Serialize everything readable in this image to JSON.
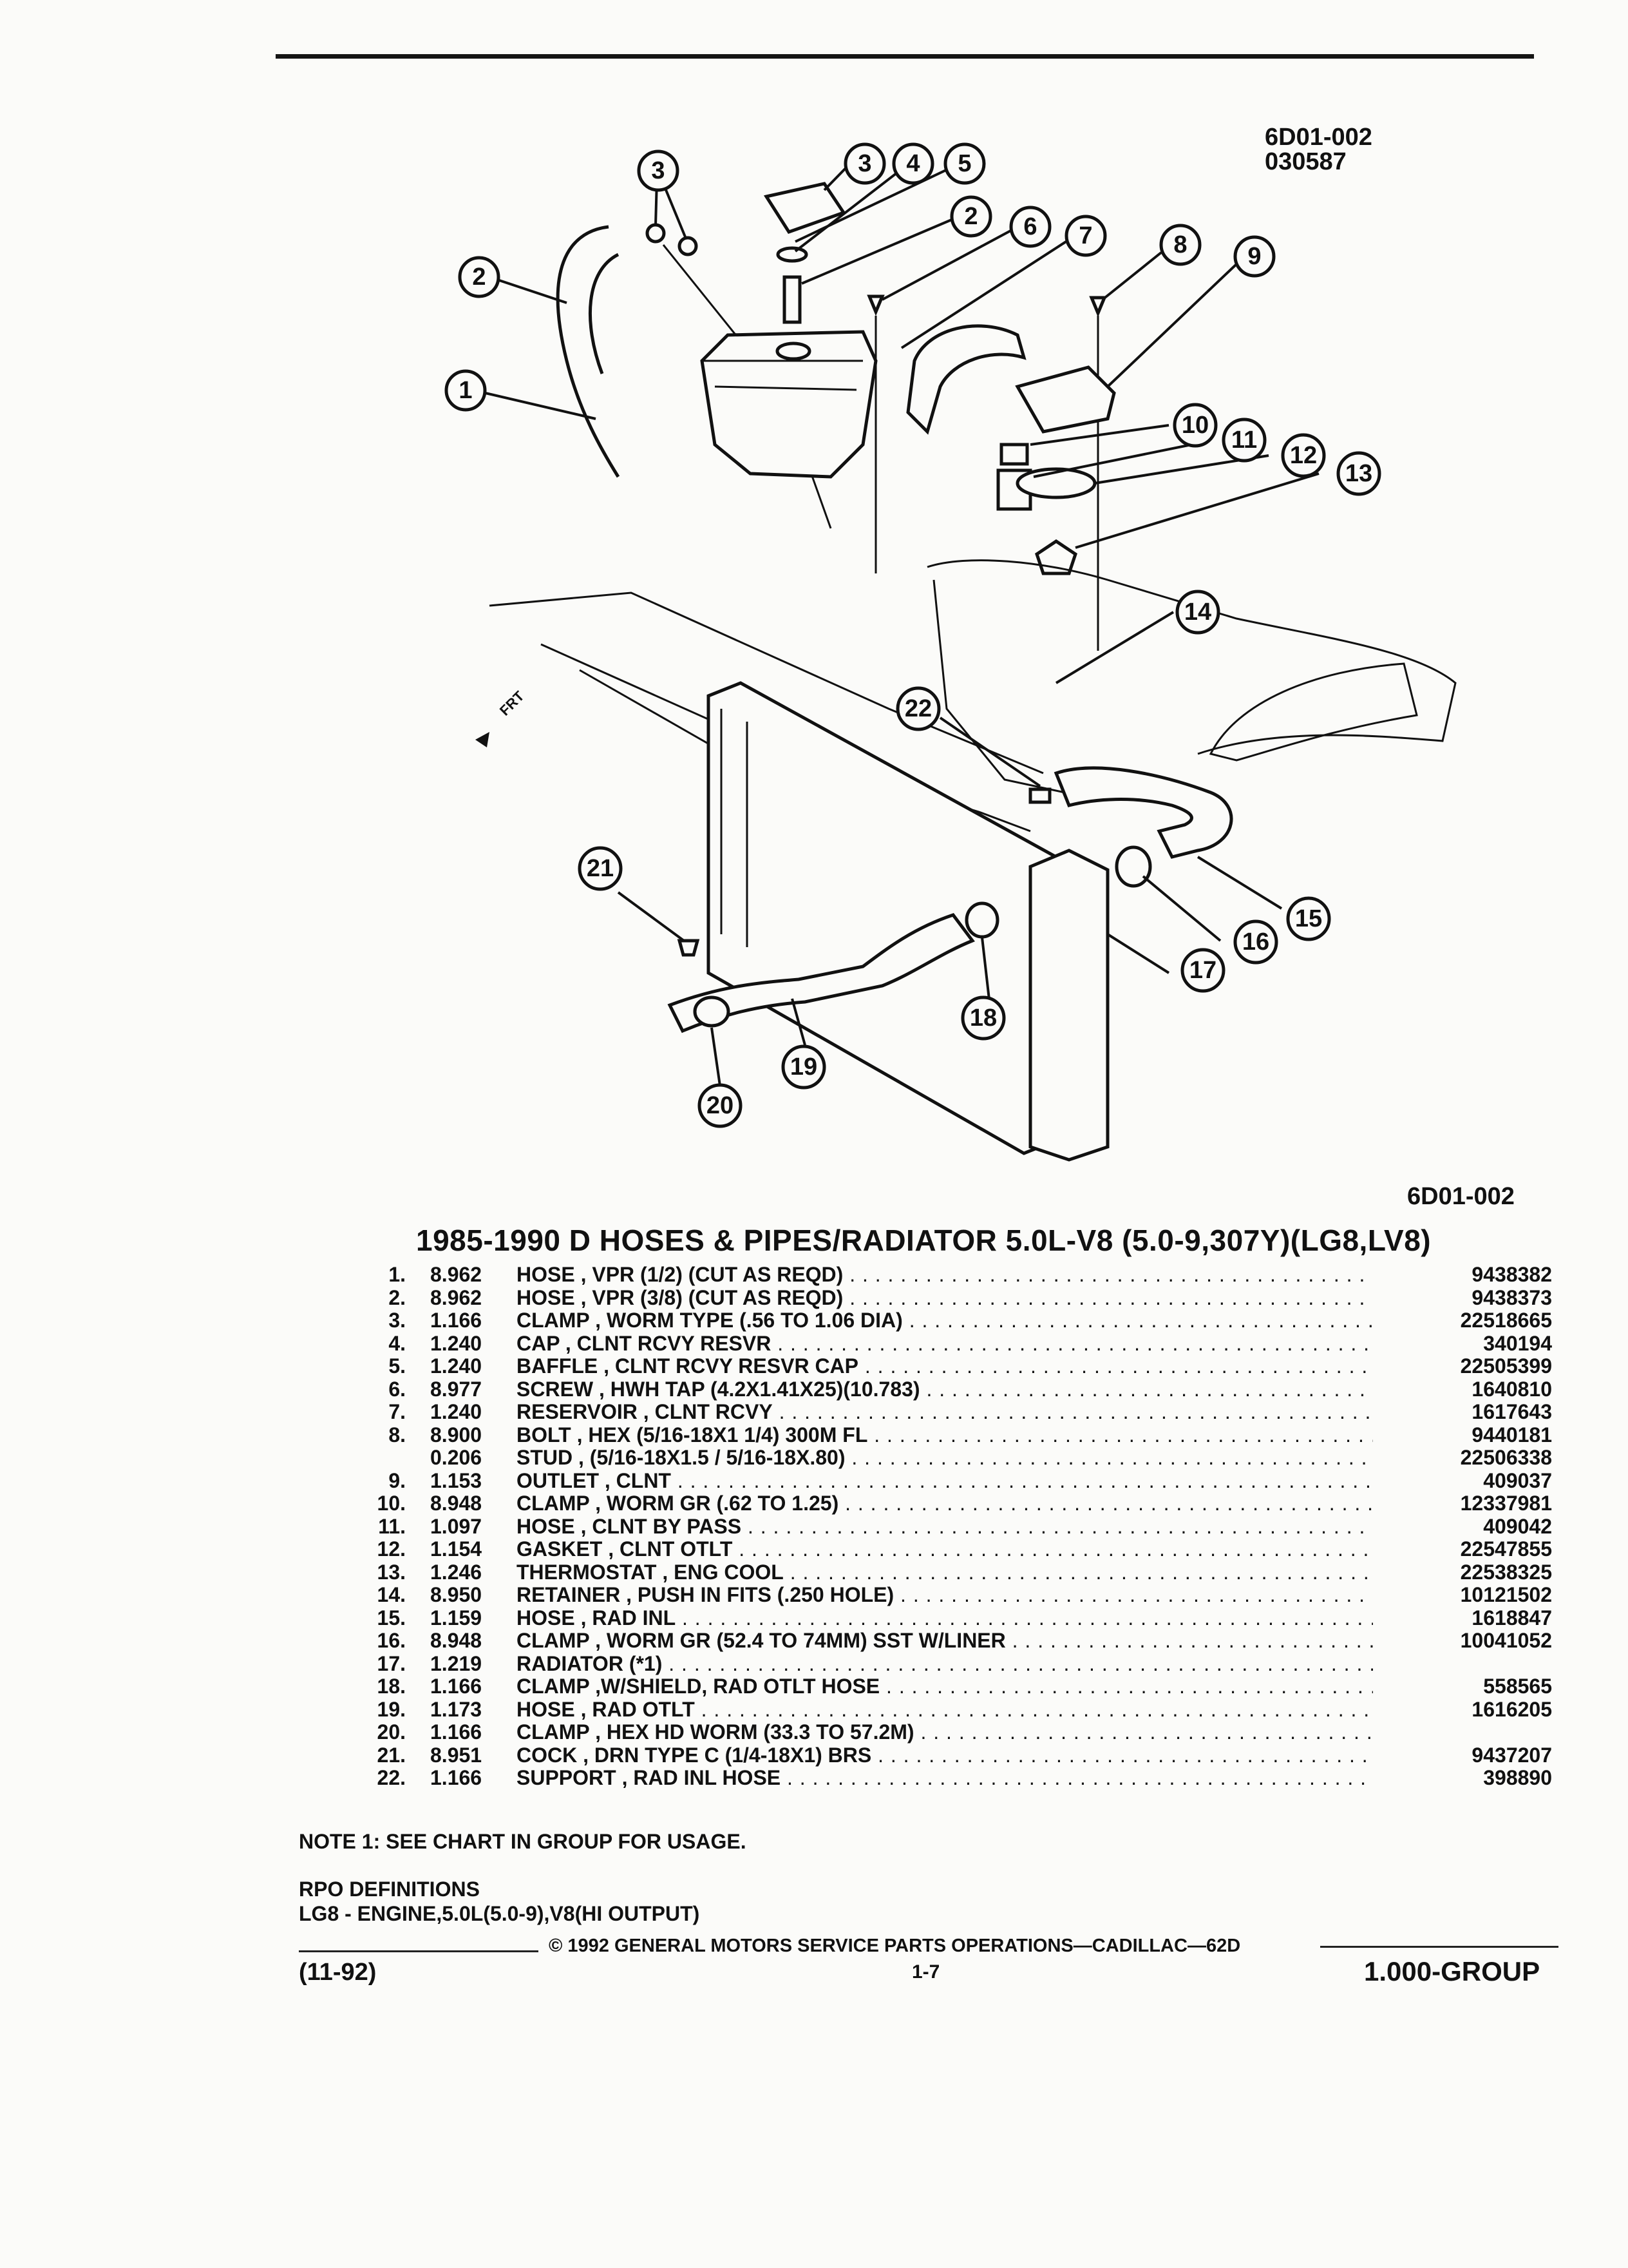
{
  "figure": {
    "code_top_1": "6D01-002",
    "code_top_2": "030587",
    "code_bottom": "6D01-002",
    "direction_label": "FRT",
    "callouts": [
      "1",
      "2",
      "3",
      "4",
      "5",
      "3",
      "2",
      "6",
      "7",
      "8",
      "9",
      "10",
      "11",
      "12",
      "13",
      "14",
      "15",
      "16",
      "17",
      "18",
      "19",
      "20",
      "21",
      "22"
    ]
  },
  "title": "1985-1990 D HOSES & PIPES/RADIATOR 5.0L-V8 (5.0-9,307Y)(LG8,LV8)",
  "parts": [
    {
      "num": "1.",
      "group": "8.962",
      "desc": "HOSE , VPR (1/2) (CUT AS REQD)",
      "part": "9438382"
    },
    {
      "num": "2.",
      "group": "8.962",
      "desc": "HOSE , VPR (3/8) (CUT AS REQD)",
      "part": "9438373"
    },
    {
      "num": "3.",
      "group": "1.166",
      "desc": "CLAMP , WORM TYPE (.56 TO 1.06 DIA)",
      "part": "22518665"
    },
    {
      "num": "4.",
      "group": "1.240",
      "desc": "CAP , CLNT RCVY RESVR",
      "part": "340194"
    },
    {
      "num": "5.",
      "group": "1.240",
      "desc": "BAFFLE , CLNT RCVY RESVR CAP",
      "part": "22505399"
    },
    {
      "num": "6.",
      "group": "8.977",
      "desc": "SCREW , HWH TAP (4.2X1.41X25)(10.783)",
      "part": "1640810"
    },
    {
      "num": "7.",
      "group": "1.240",
      "desc": "RESERVOIR , CLNT RCVY",
      "part": "1617643"
    },
    {
      "num": "8.",
      "group": "8.900",
      "desc": "BOLT , HEX (5/16-18X1 1/4) 300M FL",
      "part": "9440181"
    },
    {
      "num": "",
      "group": "0.206",
      "desc": "STUD , (5/16-18X1.5 / 5/16-18X.80)",
      "part": "22506338"
    },
    {
      "num": "9.",
      "group": "1.153",
      "desc": "OUTLET , CLNT",
      "part": "409037"
    },
    {
      "num": "10.",
      "group": "8.948",
      "desc": "CLAMP , WORM GR (.62 TO 1.25)",
      "part": "12337981"
    },
    {
      "num": "11.",
      "group": "1.097",
      "desc": "HOSE , CLNT BY PASS",
      "part": "409042"
    },
    {
      "num": "12.",
      "group": "1.154",
      "desc": "GASKET , CLNT OTLT",
      "part": "22547855"
    },
    {
      "num": "13.",
      "group": "1.246",
      "desc": "THERMOSTAT , ENG COOL",
      "part": "22538325"
    },
    {
      "num": "14.",
      "group": "8.950",
      "desc": "RETAINER , PUSH IN FITS (.250 HOLE)",
      "part": "10121502"
    },
    {
      "num": "15.",
      "group": "1.159",
      "desc": "HOSE , RAD INL",
      "part": "1618847"
    },
    {
      "num": "16.",
      "group": "8.948",
      "desc": "CLAMP , WORM GR (52.4 TO 74MM) SST W/LINER",
      "part": "10041052"
    },
    {
      "num": "17.",
      "group": "1.219",
      "desc": "RADIATOR (*1)",
      "part": ""
    },
    {
      "num": "18.",
      "group": "1.166",
      "desc": "CLAMP ,W/SHIELD, RAD OTLT HOSE",
      "part": "558565"
    },
    {
      "num": "19.",
      "group": "1.173",
      "desc": "HOSE , RAD OTLT",
      "part": "1616205"
    },
    {
      "num": "20.",
      "group": "1.166",
      "desc": "CLAMP , HEX HD WORM (33.3 TO 57.2M)",
      "part": ""
    },
    {
      "num": "21.",
      "group": "8.951",
      "desc": "COCK , DRN TYPE C (1/4-18X1) BRS",
      "part": "9437207"
    },
    {
      "num": "22.",
      "group": "1.166",
      "desc": "SUPPORT , RAD INL HOSE",
      "part": "398890"
    }
  ],
  "note": "NOTE 1: SEE CHART IN GROUP FOR USAGE.",
  "rpo": {
    "title": "RPO DEFINITIONS",
    "definition": "LG8 - ENGINE,5.0L(5.0-9),V8(HI OUTPUT)"
  },
  "footer": {
    "copyright": "© 1992 GENERAL MOTORS SERVICE PARTS OPERATIONS—CADILLAC—62D",
    "date": "(11-92)",
    "page": "1-7",
    "group": "1.000-GROUP"
  }
}
